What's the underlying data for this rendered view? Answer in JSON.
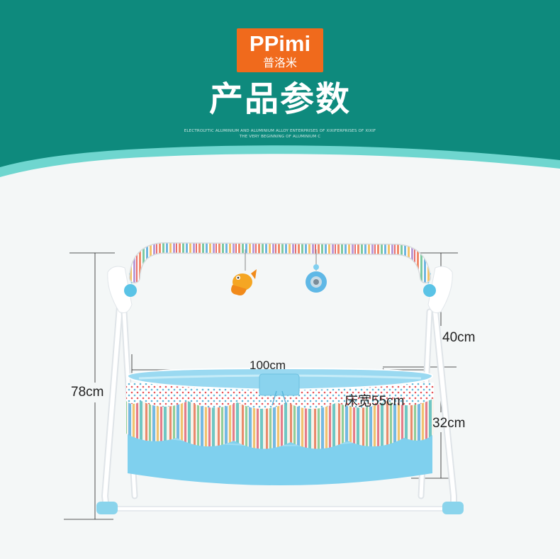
{
  "brand": {
    "logo_main": "PPimi",
    "logo_sub": "普洛米"
  },
  "header": {
    "title": "产品参数",
    "tagline_line1": "ELECTROLYTIC ALUMINIUM AND ALUMINIUM ALLOY ENTERPRISES OF XIXIFERPRISES OF XIXIF",
    "tagline_line2": "THE VERY BEGINNING OF ALUMINIUM C"
  },
  "dimensions": {
    "total_height": "78cm",
    "arch_height": "40cm",
    "bed_length": "100cm",
    "bed_width": "床宽55cm",
    "basket_height": "32cm"
  },
  "colors": {
    "header_teal": "#0e8a7d",
    "wave_light": "#6fd6cf",
    "logo_orange": "#f06a1c",
    "cradle_blue": "#7fd0ee",
    "frame_white": "#ffffff"
  }
}
